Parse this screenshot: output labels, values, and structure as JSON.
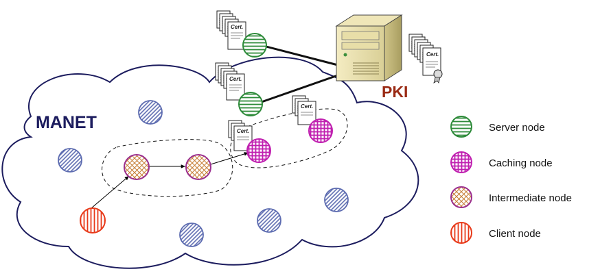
{
  "network_label": "MANET",
  "pki_label": "PKI",
  "cert_label": "Cert.",
  "legend": [
    {
      "key": "server",
      "label": "Server node",
      "color": "#2e8b3a"
    },
    {
      "key": "caching",
      "label": "Caching node",
      "color": "#c020b0"
    },
    {
      "key": "intermediate",
      "label": "Intermediate node",
      "color": "#9b2f8f"
    },
    {
      "key": "client",
      "label": "Client node",
      "color": "#e83a1a"
    }
  ],
  "colors": {
    "cloud_stroke": "#1c1c5e",
    "server_stroke": "#2e8b3a",
    "caching_stroke": "#c020b0",
    "intermediate_stroke": "#9b2f8f",
    "intermediate_hatch": "#c8813a",
    "client_stroke": "#e83a1a",
    "other_stroke": "#5c6bb0",
    "pki_text": "#9a2a14"
  }
}
